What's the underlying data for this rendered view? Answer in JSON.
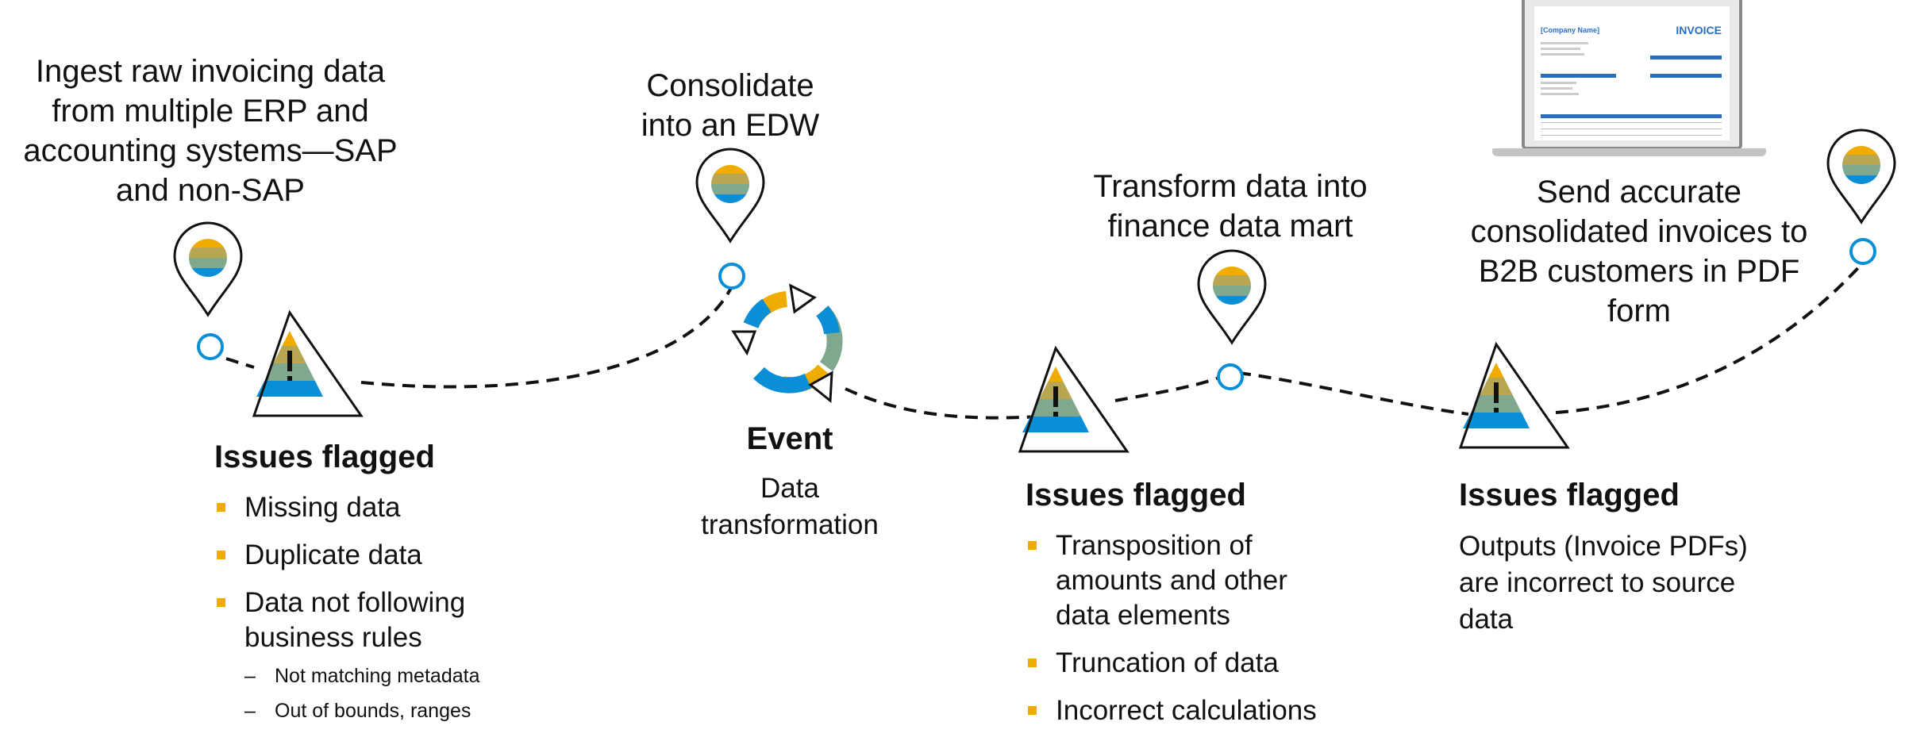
{
  "steps": {
    "ingest": "Ingest raw invoicing data\nfrom multiple  ERP and\naccounting systems—SAP\nand non-SAP",
    "consolidate": "Consolidate\ninto an EDW",
    "transform": "Transform data into\nfinance data mart",
    "send": "Send accurate\nconsolidated invoices to\nB2B customers in PDF\nform"
  },
  "event": {
    "title": "Event",
    "description": "Data\ntransformation"
  },
  "issues_1": {
    "title": "Issues flagged",
    "bullets": [
      "Missing data",
      "Duplicate data",
      "Data not following\nbusiness rules"
    ],
    "subitems": [
      "Not matching metadata",
      "Out of bounds, ranges"
    ]
  },
  "issues_2": {
    "title": "Issues flagged",
    "bullets": [
      "Transposition of\namounts and other\ndata elements",
      "Truncation of data",
      "Incorrect calculations"
    ]
  },
  "issues_3": {
    "title": "Issues flagged",
    "text": "Outputs (Invoice PDFs)\nare incorrect to source\ndata"
  },
  "invoice": {
    "company": "[Company Name]",
    "title": "INVOICE"
  },
  "colors": {
    "blue": "#0a8fd6",
    "gold": "#f0ab00",
    "teal": "#7fa88e",
    "line": "#111111"
  },
  "icons": [
    "map-pin-icon",
    "warning-triangle-icon",
    "cycle-arrows-icon",
    "laptop-invoice-icon"
  ]
}
